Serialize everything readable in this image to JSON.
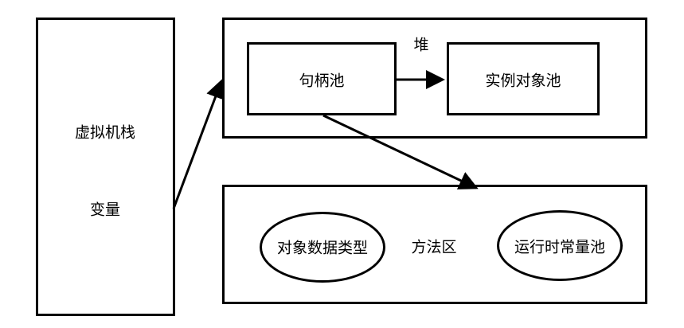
{
  "stack": {
    "title": "虚拟机栈",
    "variable": "变量"
  },
  "heap": {
    "title": "堆",
    "handle_pool": "句柄池",
    "instance_pool": "实例对象池"
  },
  "method_area": {
    "title": "方法区",
    "object_type_data": "对象数据类型",
    "runtime_constant_pool": "运行时常量池"
  }
}
